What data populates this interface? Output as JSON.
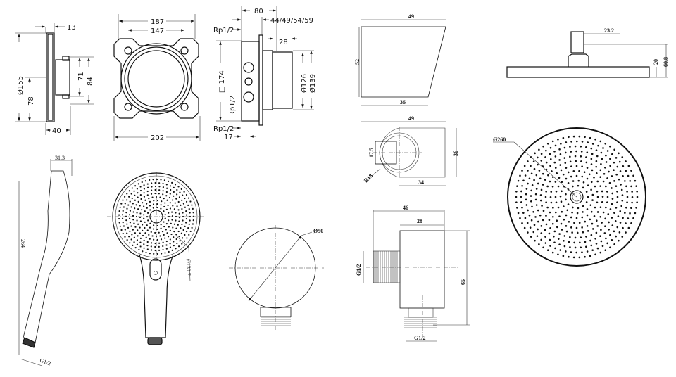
{
  "trim_side": {
    "d13": "13",
    "d155": "Ø155",
    "d78": "78",
    "d71": "71",
    "d84": "84",
    "d40": "40"
  },
  "rough_front": {
    "d187": "187",
    "d147": "147",
    "d202": "202"
  },
  "rough_side": {
    "d80": "80",
    "d44": "44/49/54/59",
    "rp_top": "Rp1/2",
    "d28": "28",
    "d174": "□ 174",
    "d126": "Ø126",
    "d139": "Ø139",
    "rp_mid": "Rp1/2",
    "rp_bot": "Rp1/2",
    "d17": "17"
  },
  "holder_side": {
    "d49": "49",
    "d52": "52",
    "d36": "36"
  },
  "holder_top": {
    "d49": "49",
    "d175": "17.5",
    "d36": "36",
    "d34": "34",
    "r18": "R18"
  },
  "head_side": {
    "d232": "23.2",
    "d20": "20",
    "d608": "60.8"
  },
  "head_top": {
    "d260": "Ø260"
  },
  "hand_side": {
    "d313": "31.3",
    "d264": "264",
    "g12": "G1/2"
  },
  "hand_front": {
    "d1307": "Ø130.7"
  },
  "outlet_front": {
    "d50": "Ø50"
  },
  "outlet_side": {
    "d46": "46",
    "d28": "28",
    "g12_left": "G1/2",
    "d65": "65",
    "g12_bottom": "G1/2"
  }
}
